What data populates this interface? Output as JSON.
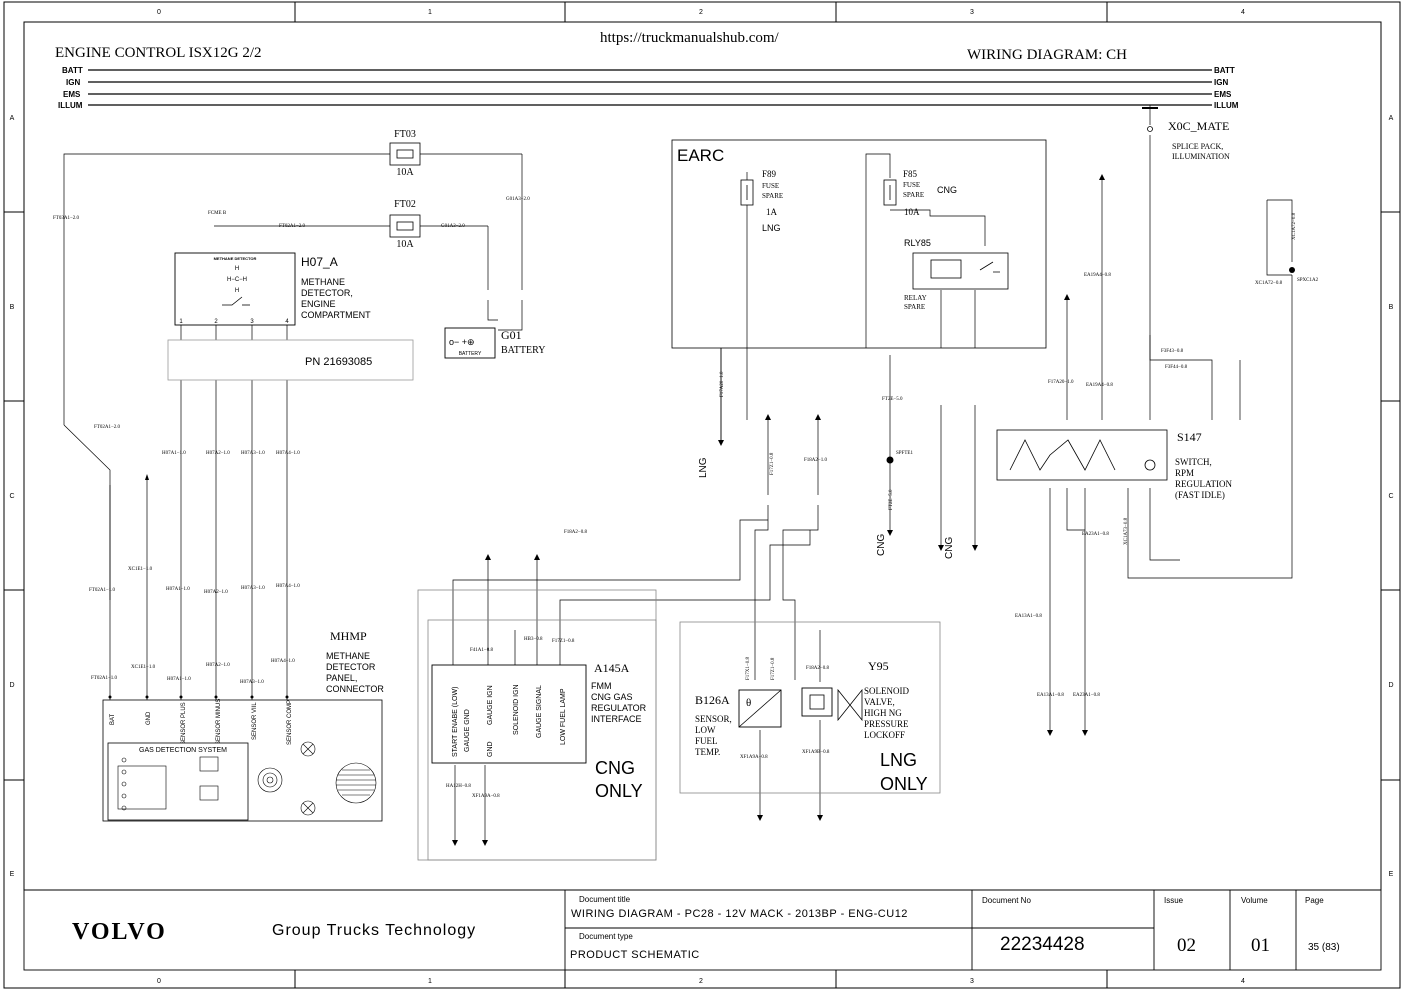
{
  "header": {
    "title_left": "ENGINE CONTROL ISX12G 2/2",
    "url": "https://truckmanualshub.com/",
    "title_right": "WIRING DIAGRAM:  CH"
  },
  "border": {
    "cols": [
      "0",
      "1",
      "2",
      "3",
      "4"
    ],
    "rows": [
      "A",
      "B",
      "C",
      "D",
      "E"
    ]
  },
  "buses": [
    "BATT",
    "IGN",
    "EMS",
    "ILLUM"
  ],
  "fuses": {
    "ft03": {
      "name": "FT03",
      "rating": "10A"
    },
    "ft02": {
      "name": "FT02",
      "rating": "10A"
    },
    "f89": {
      "name": "F89",
      "desc1": "FUSE",
      "desc2": "SPARE",
      "rating": "1A",
      "fuel": "LNG"
    },
    "f85": {
      "name": "F85",
      "desc1": "FUSE",
      "desc2": "SPARE",
      "rating": "10A",
      "fuel": "CNG"
    }
  },
  "components": {
    "h07a": {
      "id": "H07_A",
      "l1": "METHANE",
      "l2": "DETECTOR,",
      "l3": "ENGINE",
      "l4": "COMPARTMENT",
      "box_title": "METHANE DETECTOR",
      "pn": "PN 21693085"
    },
    "g01": {
      "id": "G01",
      "desc": "BATTERY",
      "box": "BATTERY"
    },
    "earc": {
      "id": "EARC"
    },
    "rly85": {
      "id": "RLY85",
      "l1": "RELAY",
      "l2": "SPARE"
    },
    "x0c": {
      "id": "X0C_MATE",
      "l1": "SPLICE PACK,",
      "l2": "ILLUMINATION"
    },
    "s147": {
      "id": "S147",
      "l1": "SWITCH,",
      "l2": "RPM",
      "l3": "REGULATION",
      "l4": "(FAST IDLE)"
    },
    "mhmp": {
      "id": "MHMP",
      "l1": "METHANE",
      "l2": "DETECTOR",
      "l3": "PANEL,",
      "l4": "CONNECTOR",
      "gds": "GAS DETECTION SYSTEM"
    },
    "a145a": {
      "id": "A145A",
      "l1": "FMM",
      "l2": "CNG GAS",
      "l3": "REGULATOR",
      "l4": "INTERFACE",
      "note1": "CNG",
      "note2": "ONLY"
    },
    "b126a": {
      "id": "B126A",
      "l1": "SENSOR,",
      "l2": "LOW",
      "l3": "FUEL",
      "l4": "TEMP."
    },
    "y95": {
      "id": "Y95",
      "l1": "SOLENOID",
      "l2": "VALVE,",
      "l3": "HIGH NG",
      "l4": "PRESSURE",
      "l5": "LOCKOFF",
      "note1": "LNG",
      "note2": "ONLY"
    }
  },
  "mhmp_pins": [
    "BAT",
    "GND",
    "SENSOR PLUS",
    "SENSOR MINUS",
    "SENSOR VIIL",
    "SENSOR COMP"
  ],
  "a145a_pins": [
    "START ENABE (LOW)",
    "GAUGE GND",
    "GAUGE IGN",
    "GND",
    "SOLENOID IGN",
    "GAUGE SIGNAL",
    "LOW FUEL LAMP"
  ],
  "wire_labels": {
    "ft03a1": "FT03A1−2.0",
    "ft02a1": "FT02A1−2.0",
    "g01a3": "G01A3−2.0",
    "fcme": "FCME B",
    "h07a1": "H07A1−1.0",
    "h07a2": "H07A2−1.0",
    "h07a3": "H07A3−1.0",
    "h07a4": "H07A4−1.0",
    "ft02a1_10": "FT02A1−1.0",
    "xc1e1": "XC1E1−1.0",
    "f18a2": "F18A2−0.8",
    "f18a2_10": "F18A2−1.0",
    "f17a20": "F17A20−1.0",
    "f17z1": "F17Z1−0.8",
    "f41a1": "F41A1−0.8",
    "hb3": "HB3−0.8",
    "ha12h": "HA12H−0.8",
    "xf1a9a": "XF1A9A−0.8",
    "xf1a9b": "XF1A9B−0.8",
    "f17x1": "F17X1−0.8",
    "ea19a4": "EA19A4−0.8",
    "ea23a1": "EA23A1−0.8",
    "ea13a1": "EA13A1−0.8",
    "f3f43": "F3F43−0.8",
    "f3f44": "F3F44−0.8",
    "xc1a72": "XC1A72−0.8",
    "xc1a73": "XC1A73−0.8",
    "ft2e": "FT2E−5.0",
    "spft": "SPFTE1",
    "spxc": "SPXC1A2"
  },
  "off_page": {
    "lng_left": "LNG",
    "cng_mid": "CNG",
    "cng_right": "CNG"
  },
  "title_block": {
    "brand": "VOLVO",
    "org": "Group Trucks Technology",
    "doc_title_label": "Document title",
    "doc_title": "WIRING DIAGRAM - PC28 - 12V MACK - 2013BP - ENG-CU12",
    "doc_type_label": "Document type",
    "doc_type": "PRODUCT SCHEMATIC",
    "doc_no_label": "Document No",
    "doc_no": "22234428",
    "issue_label": "Issue",
    "issue": "02",
    "volume_label": "Volume",
    "volume": "01",
    "page_label": "Page",
    "page": "35 (83)"
  }
}
